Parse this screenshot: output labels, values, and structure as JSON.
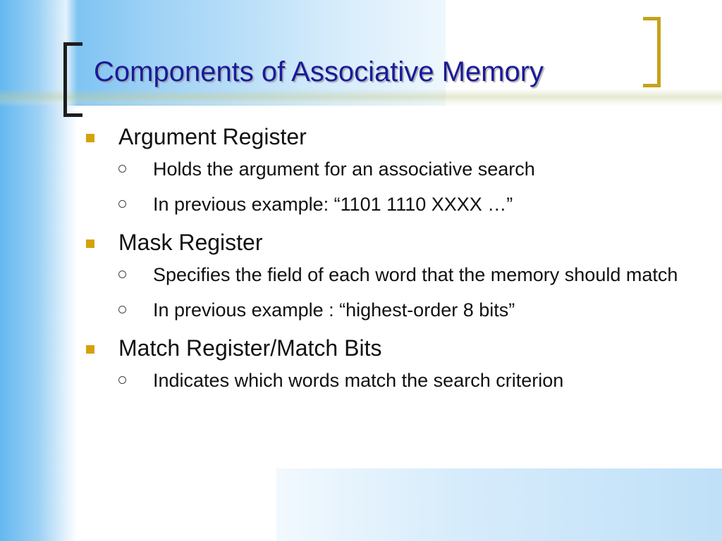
{
  "slide": {
    "title": "Components of Associative Memory",
    "colors": {
      "title": "#1a1a99",
      "text": "#111111",
      "bullet": "#d4a20a",
      "bracket_right": "#c6a21a",
      "bracket_left": "#1e1e1e",
      "background_accent": "#63b8f0"
    },
    "bullets": [
      {
        "text": "Argument Register",
        "sub": [
          "Holds the argument for an associative search",
          "In previous example: “1101 1110 XXXX …”"
        ]
      },
      {
        "text": "Mask Register",
        "sub": [
          "Specifies the field of each word that the memory should match",
          "In previous example : “highest-order 8 bits”"
        ]
      },
      {
        "text": "Match Register/Match Bits",
        "sub": [
          "Indicates which words match the search criterion"
        ]
      }
    ]
  }
}
